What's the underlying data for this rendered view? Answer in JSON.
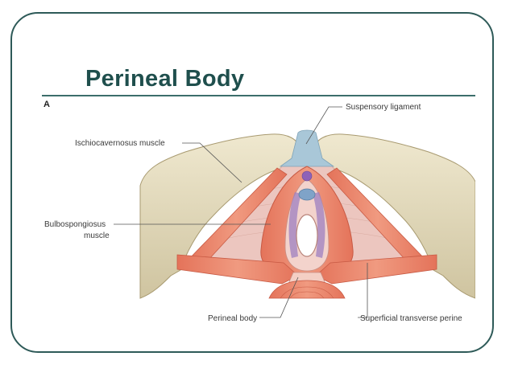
{
  "slide": {
    "title": "Perineal Body"
  },
  "figure": {
    "panel_letter": "A",
    "labels": {
      "suspensory_ligament": "Suspensory ligament",
      "ischiocavernosus": "Ischiocavernosus muscle",
      "bulbospongiosus_line1": "Bulbospongiosus",
      "bulbospongiosus_line2": "muscle",
      "perineal_body": "Perineal body",
      "superficial_transverse": "Superficial transverse perine"
    },
    "colors": {
      "frame": "#2e5a58",
      "title": "#1f4f4d",
      "bone": "#e4dcc0",
      "muscle": "#e8826a",
      "membrane": "#ecc6bf",
      "ligament": "#a9c7d8"
    }
  }
}
